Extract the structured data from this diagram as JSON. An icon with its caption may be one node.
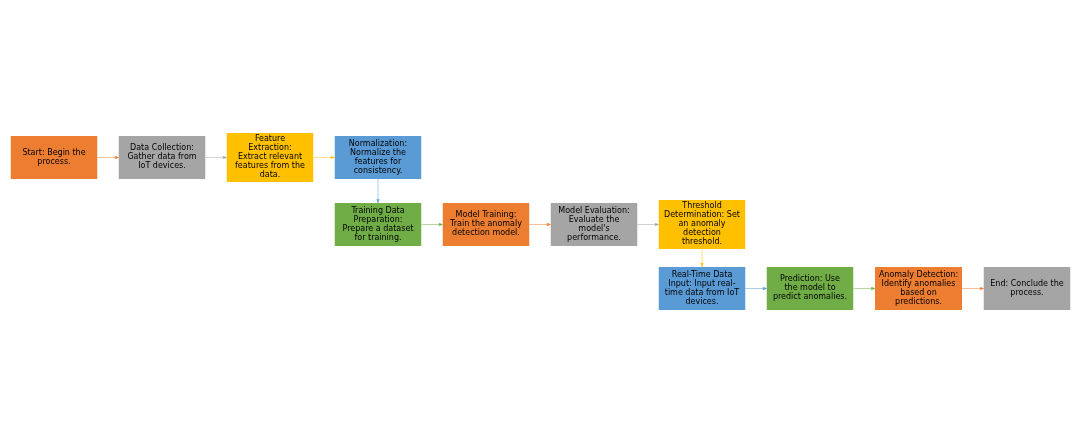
{
  "diagram": {
    "nodes": [
      {
        "text": [
          "Start: Begin the process."
        ]
      },
      {
        "text": [
          "Data Collection: Gather data from IoT devices."
        ]
      },
      {
        "text": [
          "Feature Extraction: Extract relevant features from the data."
        ]
      },
      {
        "text": [
          "Normalization: Normalize the features for consistency."
        ]
      },
      {
        "text": [
          "Training Data Preparation: Prepare a dataset for training."
        ]
      },
      {
        "text": [
          "Model Training: Train the anomaly detection model."
        ]
      },
      {
        "text": [
          "Model Evaluation: Evaluate the model's performance."
        ]
      },
      {
        "text": [
          "Threshold Determination: Set an anomaly detection threshold."
        ]
      },
      {
        "text": [
          "Real-Time Data Input: Input real-time data from IoT devices."
        ]
      },
      {
        "text": [
          "Prediction: Use the model to predict anomalies."
        ]
      },
      {
        "text": [
          "Anomaly Detection: Identify anomalies based on predictions."
        ]
      },
      {
        "text": [
          "End: Conclude the process."
        ]
      }
    ],
    "edges": [
      {
        "from": 0,
        "to": 1,
        "arrow": "to",
        "color": "#ed7d31"
      },
      {
        "from": 1,
        "to": 2,
        "arrow": "to",
        "color": "#a5a5a5"
      },
      {
        "from": 2,
        "to": 3,
        "arrow": "to",
        "color": "#ffc000"
      },
      {
        "from": 3,
        "to": 4,
        "arrow": "to",
        "color": "#5b9bd5"
      },
      {
        "from": 4,
        "to": 5,
        "arrow": "to",
        "color": "#70ad47"
      },
      {
        "from": 5,
        "to": 6,
        "arrow": "to",
        "color": "#ed7d31"
      },
      {
        "from": 6,
        "to": 7,
        "arrow": "to",
        "color": "#a5a5a5"
      },
      {
        "from": 7,
        "to": 8,
        "arrow": "to",
        "color": "#ffc000"
      },
      {
        "from": 8,
        "to": 9,
        "arrow": "to",
        "color": "#5b9bd5"
      },
      {
        "from": 9,
        "to": 10,
        "arrow": "to",
        "color": "#70ad47"
      },
      {
        "from": 10,
        "to": 11,
        "arrow": "to",
        "color": "#ed7d31"
      }
    ]
  }
}
